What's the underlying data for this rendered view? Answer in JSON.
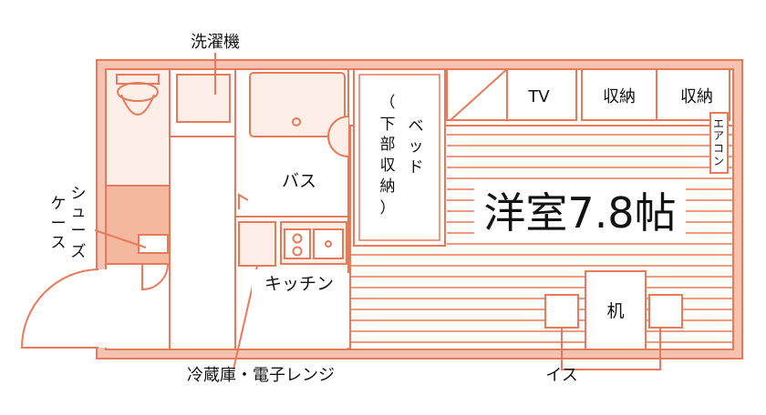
{
  "colors": {
    "line": "#e8795a",
    "fill": "#fbe0d6",
    "shoe_fill": "#f4b89f",
    "wall": "#f6c3b0",
    "text": "#111111"
  },
  "labels": {
    "washing_machine": "洗濯機",
    "bath": "バス",
    "bed": [
      "ベ",
      "ッ",
      "ド"
    ],
    "bed_note": [
      "（",
      "下",
      "部",
      "収",
      "納",
      "）"
    ],
    "tv": "TV",
    "storage_1": "収納",
    "storage_2": "収納",
    "aircon": [
      "エ",
      "ア",
      "コ",
      "ン"
    ],
    "room_title": "洋室7.8帖",
    "shoe_case_1": [
      "シ",
      "ュ",
      "ー",
      "ズ"
    ],
    "shoe_case_2": [
      "ケ",
      "ー",
      "ス"
    ],
    "kitchen": "キッチン",
    "desk": "机",
    "fridge_microwave": "冷蔵庫・電子レンジ",
    "chairs": "イス"
  }
}
